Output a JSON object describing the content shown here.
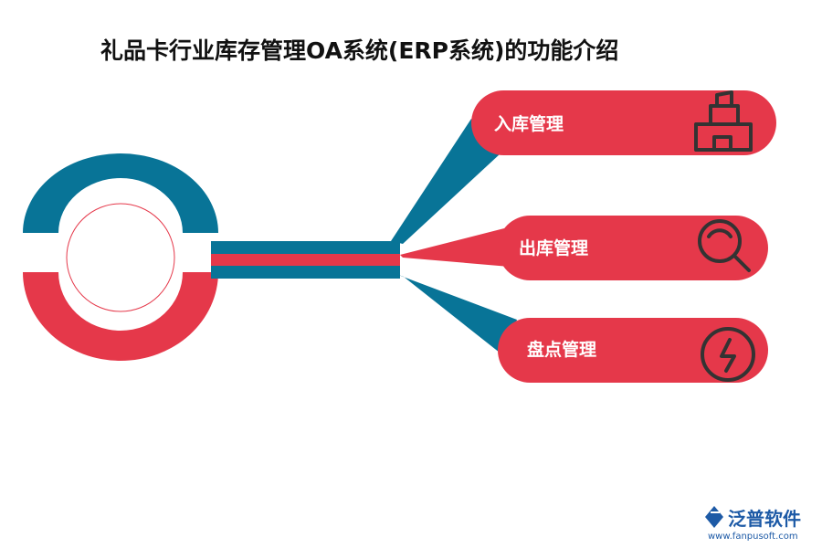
{
  "title": "礼品卡行业库存管理OA系统(ERP系统)的功能介绍",
  "colors": {
    "primary_red": "#e5384a",
    "primary_teal": "#087497",
    "icon_stroke": "#333333",
    "logo_blue": "#1d5aa6"
  },
  "items": [
    {
      "label": "入库管理",
      "icon": "stacked-box-icon"
    },
    {
      "label": "出库管理",
      "icon": "magnifier-icon"
    },
    {
      "label": "盘点管理",
      "icon": "lightning-icon"
    }
  ],
  "logo": {
    "name": "泛普软件",
    "url": "www.fanpusoft.com"
  }
}
